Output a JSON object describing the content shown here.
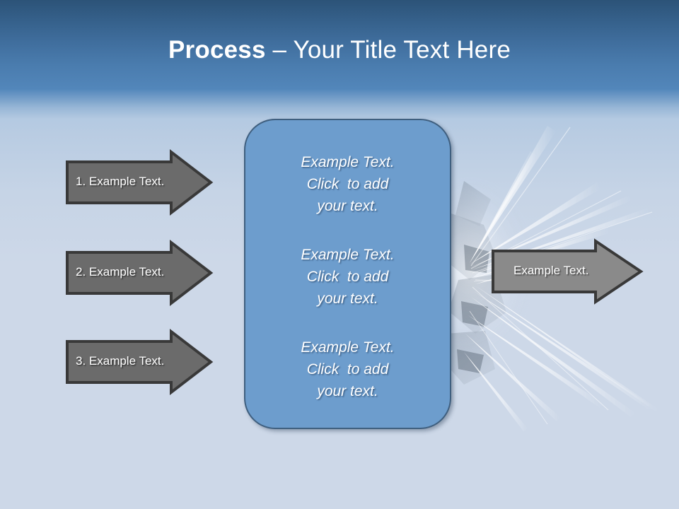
{
  "slide": {
    "title": {
      "bold_part": "Process ",
      "regular_part": "– Your Title Text Here"
    },
    "colors": {
      "band_top": "#2c5378",
      "band_bottom": "#5387bb",
      "background": "#cdd8e8",
      "center_box_fill": "#6d9dcd",
      "center_box_border": "#3f5f7f",
      "arrow_fill_left": "#6b6b6b",
      "arrow_fill_right": "#8a8a8a",
      "arrow_border": "#393939",
      "text_on_shapes": "#ffffff"
    }
  },
  "input_arrows": [
    {
      "label": "1. Example Text.",
      "name": "arrow-step-1"
    },
    {
      "label": "2. Example Text.",
      "name": "arrow-step-2"
    },
    {
      "label": "3. Example Text.",
      "name": "arrow-step-3"
    }
  ],
  "center_box": {
    "paragraphs": [
      {
        "line1": "Example Text.",
        "line2": "Click  to add",
        "line3": "your text."
      },
      {
        "line1": "Example Text.",
        "line2": "Click  to add",
        "line3": "your text."
      },
      {
        "line1": "Example Text.",
        "line2": "Click  to add",
        "line3": "your text."
      }
    ]
  },
  "output_arrow": {
    "label": "Example Text."
  },
  "decoration": {
    "burst_graphic": "light-burst-image"
  }
}
